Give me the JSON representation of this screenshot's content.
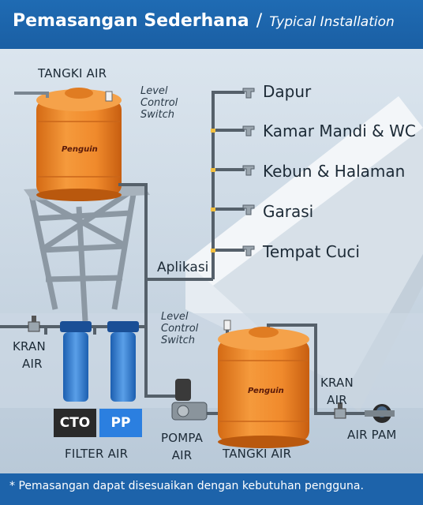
{
  "header": {
    "title_main": "Pemasangan Sederhana",
    "separator": "/",
    "title_sub": "Typical Installation"
  },
  "labels": {
    "top_tank": "TANGKI AIR",
    "level_switch_top": [
      "Level",
      "Control",
      "Switch"
    ],
    "level_switch_bottom": [
      "Level",
      "Control",
      "Switch"
    ],
    "application": "Aplikasi",
    "inlet_tap": [
      "KRAN",
      "AIR"
    ],
    "filter_cto": "CTO",
    "filter_pp": "PP",
    "filter_air": "FILTER AIR",
    "pump": [
      "POMPA",
      "AIR"
    ],
    "bottom_tank": "TANGKI AIR",
    "right_tap": [
      "KRAN",
      "AIR"
    ],
    "meter": "AIR PAM",
    "tank_brand": "Penguin"
  },
  "destinations": [
    "Dapur",
    "Kamar Mandi & WC",
    "Kebun & Halaman",
    "Garasi",
    "Tempat Cuci"
  ],
  "footer": {
    "note": "* Pemasangan dapat disesuaikan dengan kebutuhan pengguna."
  },
  "colors": {
    "header_blue": "#1f6bb3",
    "tank_orange": "#f08a2c",
    "filter_blue": "#3a83d8",
    "cto_badge": "#2a2a2a",
    "pp_badge": "#2b7fe0"
  }
}
